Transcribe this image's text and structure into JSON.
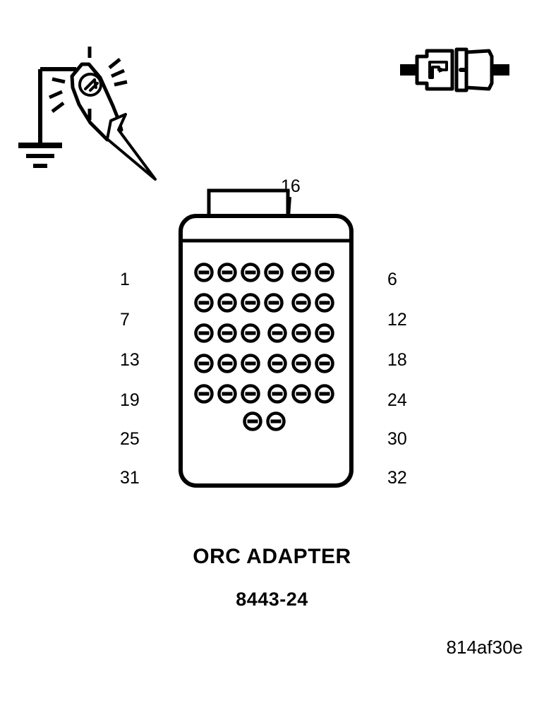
{
  "figure": {
    "title": "ORC ADAPTER",
    "part_number": "8443-24",
    "reference_code": "814af30e"
  },
  "callout": {
    "number": "16",
    "target_row": 3,
    "target_column": 4
  },
  "adapter": {
    "pin_symbol": "slotted-circle",
    "grid_columns": 6,
    "grid_full_rows": 5,
    "last_row_pins": 2,
    "total_pins": 32,
    "row_labels_left": [
      "1",
      "7",
      "13",
      "19",
      "25",
      "31"
    ],
    "row_labels_right": [
      "6",
      "12",
      "18",
      "24",
      "30",
      "32"
    ]
  },
  "icons": {
    "test_light": "test-light-probe-icon",
    "ground": "ground-symbol-icon",
    "connector": "mated-connector-pair-icon",
    "pin": "slotted-pin-icon",
    "leader_arrow": "leader-arrow-icon"
  },
  "colors": {
    "ink": "#000000",
    "background": "#ffffff"
  }
}
